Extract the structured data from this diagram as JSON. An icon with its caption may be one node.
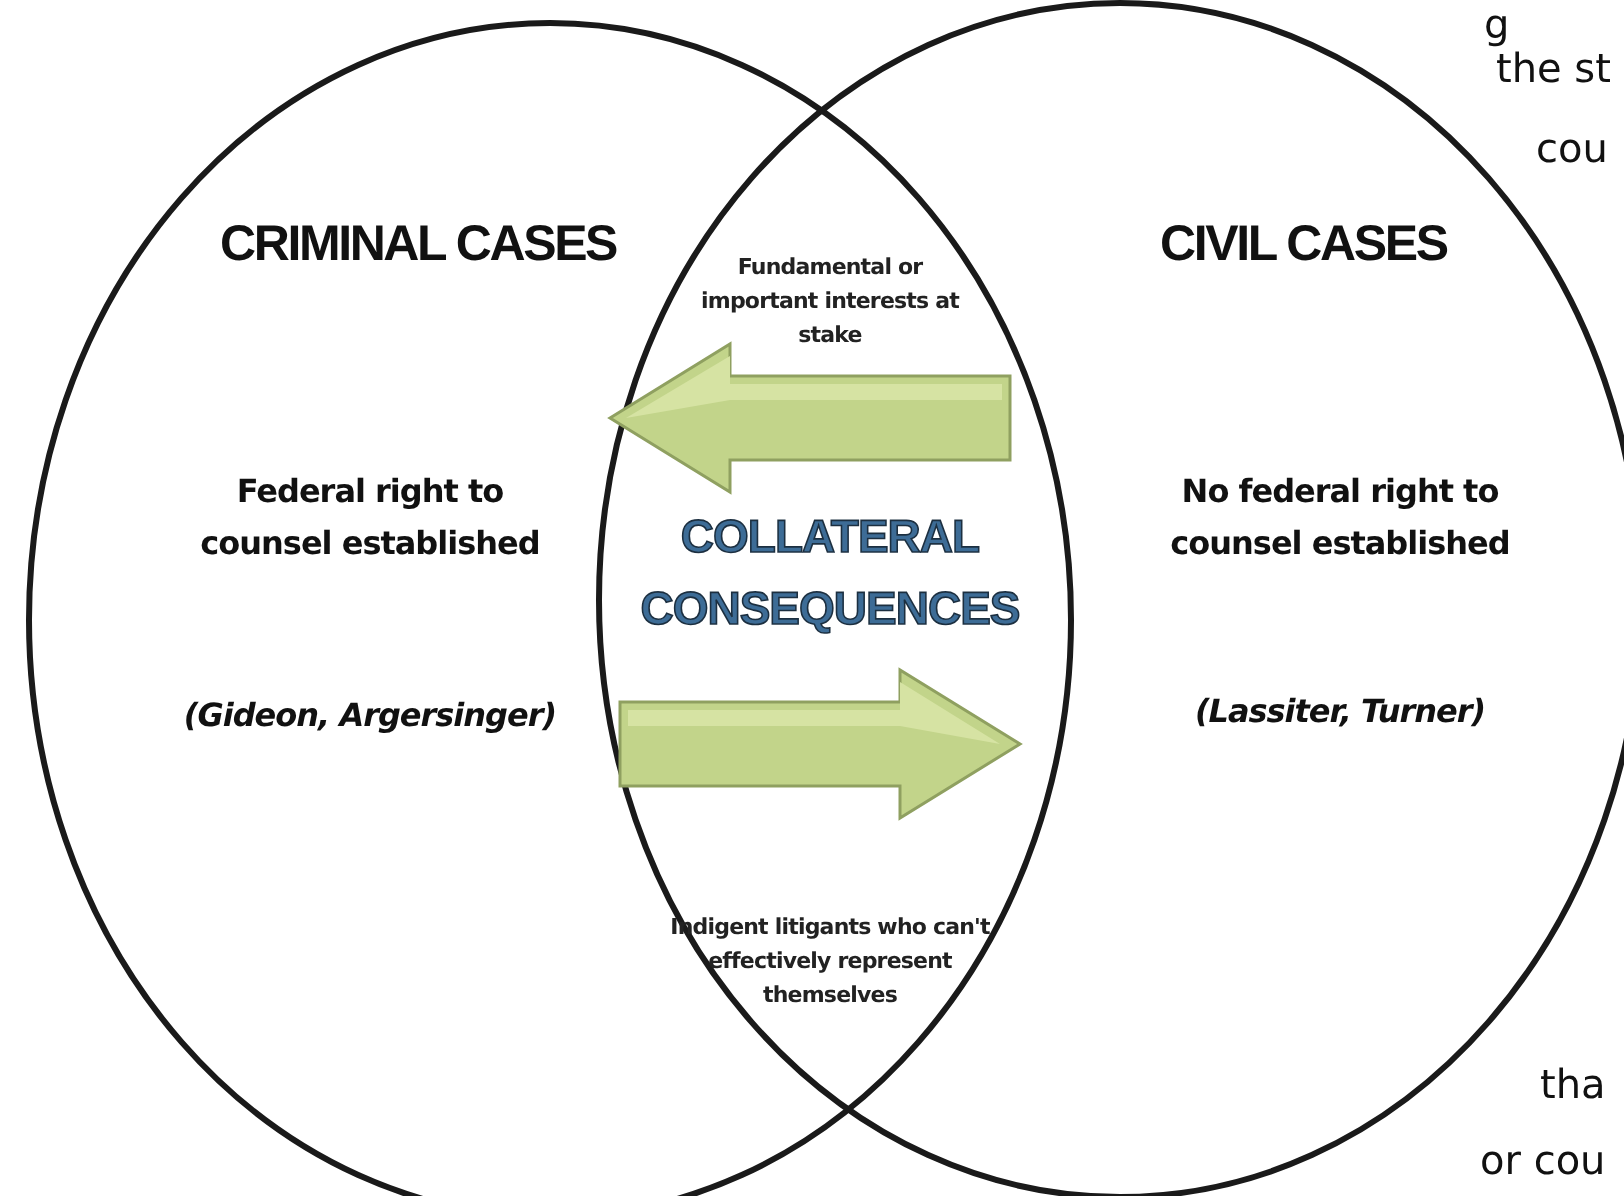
{
  "diagram": {
    "nodes": [
      {
        "text": [
          "CRIMINAL CASES",
          "Federal right to counsel established",
          "(Gideon, Argersinger)"
        ]
      },
      {
        "text": [
          "CIVIL CASES",
          "No federal right to counsel established",
          "(Lassiter, Turner)"
        ]
      },
      {
        "text": [
          "Fundamental or important interests at stake"
        ]
      },
      {
        "text": [
          "COLLATERAL CONSEQUENCES"
        ]
      },
      {
        "text": [
          "Indigent litigants who can't effectively represent themselves"
        ]
      }
    ],
    "edges": [
      {
        "from": 0,
        "to": 1,
        "arrow": "to",
        "style": "thick"
      },
      {
        "from": 1,
        "to": 0,
        "arrow": "to",
        "style": "thick"
      }
    ],
    "labels": [
      "g",
      "the st",
      "cou",
      "tha",
      "or cou"
    ]
  }
}
